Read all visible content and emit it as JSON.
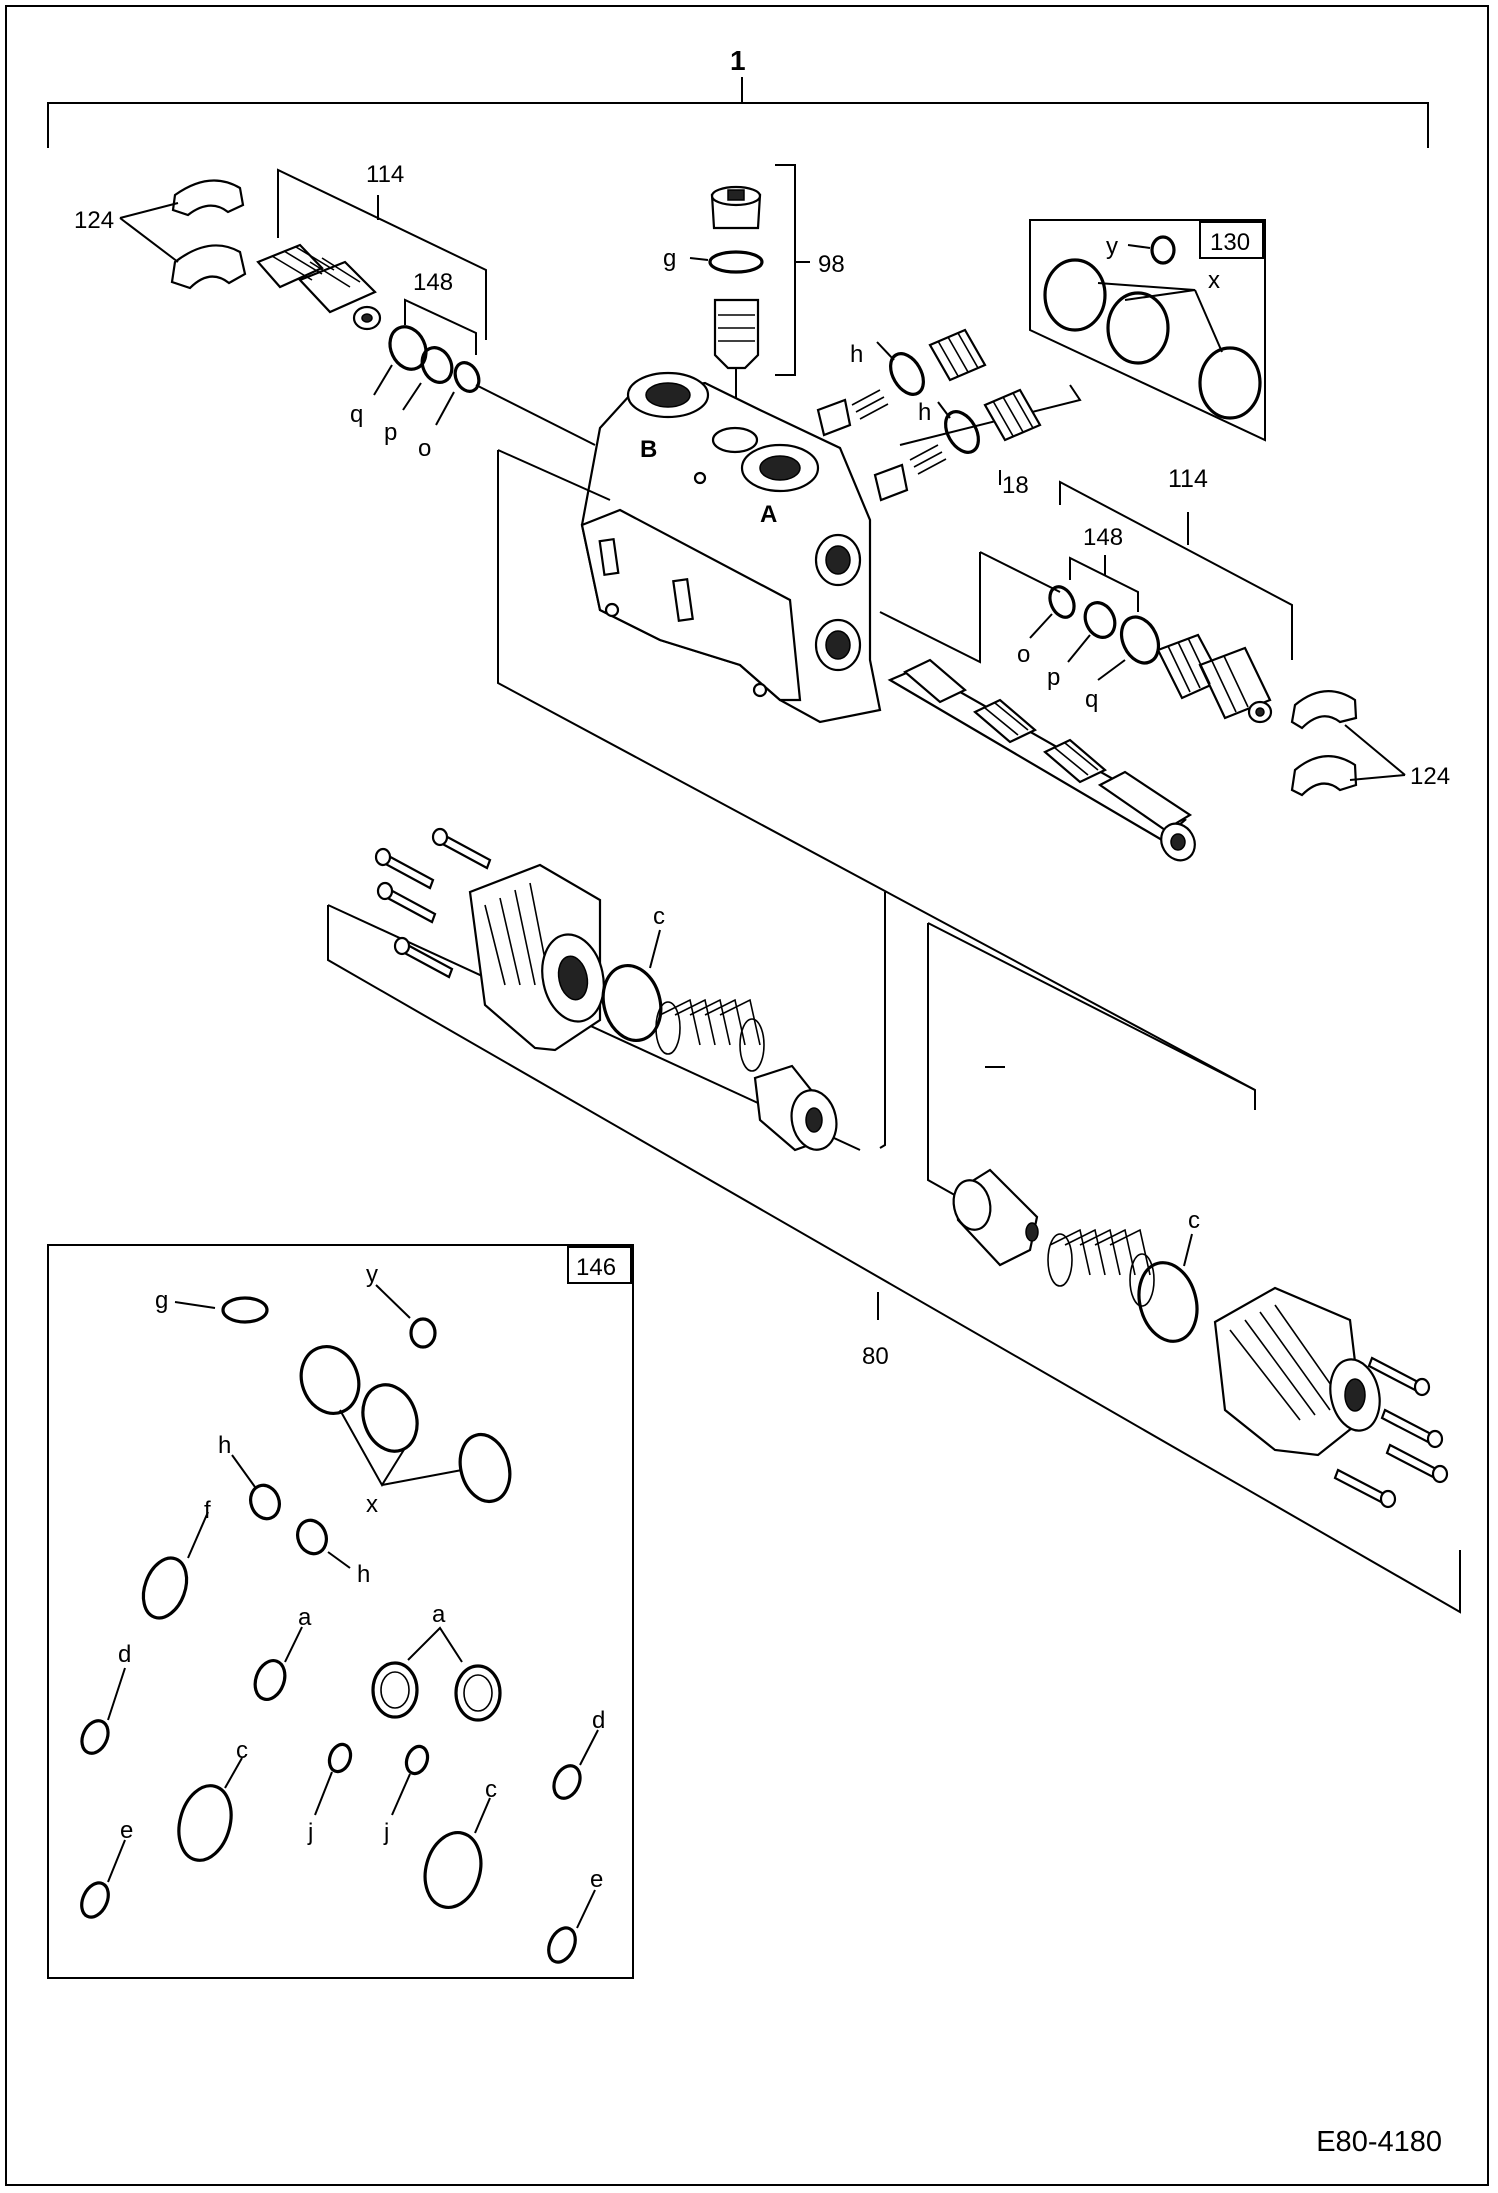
{
  "drawing_code": "E80-4180",
  "callouts": {
    "assembly": "1",
    "relief_valve_left": "114",
    "relief_valve_right": "114",
    "clip_left": "124",
    "clip_right": "124",
    "seal_kit_left": "148",
    "seal_kit_right": "148",
    "load_check": "98",
    "check_valve": "18",
    "seal_kit_top": "130",
    "spool_kit": "80",
    "seal_kit_main": "146"
  },
  "ports": {
    "port_a": "A",
    "port_b": "B"
  },
  "seal_letters": {
    "q": "q",
    "p": "p",
    "o": "o",
    "g": "g",
    "h": "h",
    "y": "y",
    "x": "x",
    "c": "c",
    "a": "a",
    "d": "d",
    "e": "e",
    "f": "f",
    "j": "j"
  }
}
